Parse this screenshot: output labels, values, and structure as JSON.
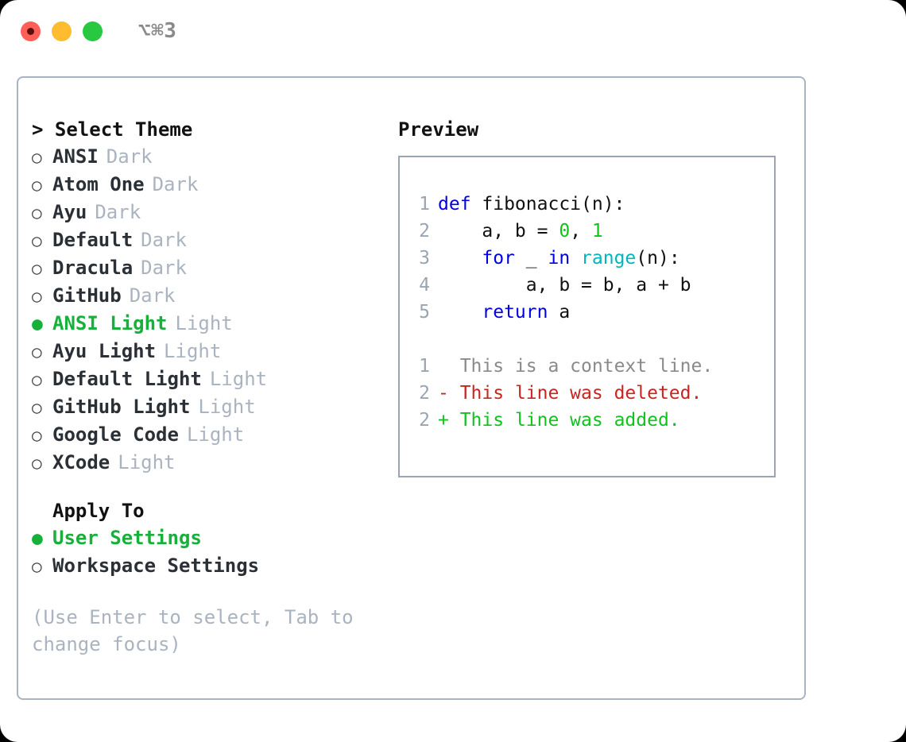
{
  "titlebar": {
    "shortcut": "⌥⌘3",
    "buttons": [
      "close",
      "minimize",
      "maximize"
    ]
  },
  "theme_list": {
    "header": "> Select Theme",
    "selected_bullet": "●",
    "unselected_bullet": "○",
    "items": [
      {
        "name": "ANSI",
        "kind": "Dark",
        "selected": false
      },
      {
        "name": "Atom One",
        "kind": "Dark",
        "selected": false
      },
      {
        "name": "Ayu",
        "kind": "Dark",
        "selected": false
      },
      {
        "name": "Default",
        "kind": "Dark",
        "selected": false
      },
      {
        "name": "Dracula",
        "kind": "Dark",
        "selected": false
      },
      {
        "name": "GitHub",
        "kind": "Dark",
        "selected": false
      },
      {
        "name": "ANSI Light",
        "kind": "Light",
        "selected": true
      },
      {
        "name": "Ayu Light",
        "kind": "Light",
        "selected": false
      },
      {
        "name": "Default Light",
        "kind": "Light",
        "selected": false
      },
      {
        "name": "GitHub Light",
        "kind": "Light",
        "selected": false
      },
      {
        "name": "Google Code",
        "kind": "Light",
        "selected": false
      },
      {
        "name": "XCode",
        "kind": "Light",
        "selected": false
      }
    ]
  },
  "apply_to": {
    "header": "Apply To",
    "options": [
      {
        "name": "User Settings",
        "selected": true
      },
      {
        "name": "Workspace Settings",
        "selected": false
      }
    ]
  },
  "hint": "(Use Enter to select, Tab to change focus)",
  "preview": {
    "header": "Preview",
    "code_lines": [
      {
        "no": "1",
        "segments": [
          {
            "text": "def ",
            "cls": "tok-kw"
          },
          {
            "text": "fibonacci(n):",
            "cls": "tok-pl"
          }
        ]
      },
      {
        "no": "2",
        "segments": [
          {
            "text": "    a, b = ",
            "cls": "tok-pl"
          },
          {
            "text": "0",
            "cls": "tok-num"
          },
          {
            "text": ", ",
            "cls": "tok-pl"
          },
          {
            "text": "1",
            "cls": "tok-num"
          }
        ]
      },
      {
        "no": "3",
        "segments": [
          {
            "text": "    ",
            "cls": "tok-pl"
          },
          {
            "text": "for",
            "cls": "tok-kw"
          },
          {
            "text": " _ ",
            "cls": "tok-pl"
          },
          {
            "text": "in",
            "cls": "tok-kw"
          },
          {
            "text": " ",
            "cls": "tok-pl"
          },
          {
            "text": "range",
            "cls": "tok-fn"
          },
          {
            "text": "(n):",
            "cls": "tok-pl"
          }
        ]
      },
      {
        "no": "4",
        "segments": [
          {
            "text": "        a, b = b, a + b",
            "cls": "tok-pl"
          }
        ]
      },
      {
        "no": "5",
        "segments": [
          {
            "text": "    ",
            "cls": "tok-pl"
          },
          {
            "text": "return",
            "cls": "tok-kw"
          },
          {
            "text": " a",
            "cls": "tok-pl"
          }
        ]
      }
    ],
    "diff_lines": [
      {
        "no": "1",
        "marker": "  ",
        "text": "This is a context line.",
        "cls": "diff-ctx"
      },
      {
        "no": "2",
        "marker": "- ",
        "text": "This line was deleted.",
        "cls": "diff-del"
      },
      {
        "no": "2",
        "marker": "+ ",
        "text": "This line was added.",
        "cls": "diff-add"
      }
    ]
  },
  "colors": {
    "accent_green": "#16b03a",
    "muted": "#aab3c0",
    "border": "#aab3c0",
    "keyword_blue": "#0000e0",
    "function_cyan": "#00b5bd",
    "number_green": "#11c21a",
    "diff_delete_red": "#c9241f",
    "diff_add_green": "#10c31c",
    "traffic_red": "#ff5f57",
    "traffic_yellow": "#febc2e",
    "traffic_green": "#28c840"
  }
}
